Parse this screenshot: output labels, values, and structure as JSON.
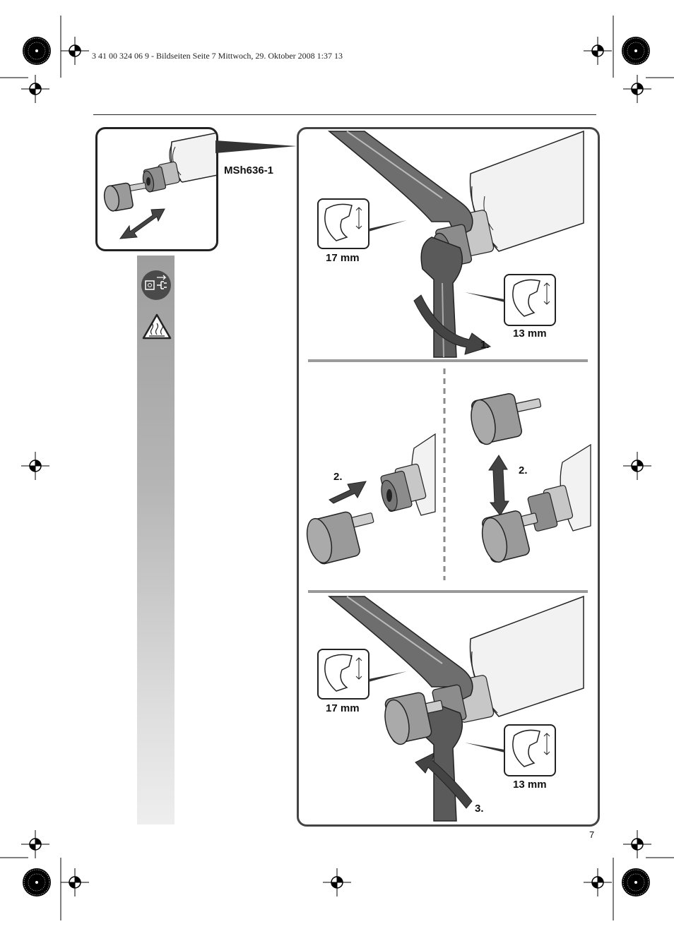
{
  "header": {
    "print_line": "3 41 00 324 06 9 - Bildseiten  Seite 7  Mittwoch, 29. Oktober 2008  1:37 13"
  },
  "model_label": "MSh636-1",
  "panel_top": {
    "wrench_large_label": "17 mm",
    "wrench_small_label": "13 mm",
    "step": "1."
  },
  "panel_middle": {
    "left_step": "2.",
    "right_step": "2."
  },
  "panel_bottom": {
    "wrench_large_label": "17 mm",
    "wrench_small_label": "13 mm",
    "step": "3."
  },
  "icons": [
    "unplug-icon",
    "hot-surface-warning-icon",
    "registration-mark-icon"
  ],
  "page_number": "7"
}
